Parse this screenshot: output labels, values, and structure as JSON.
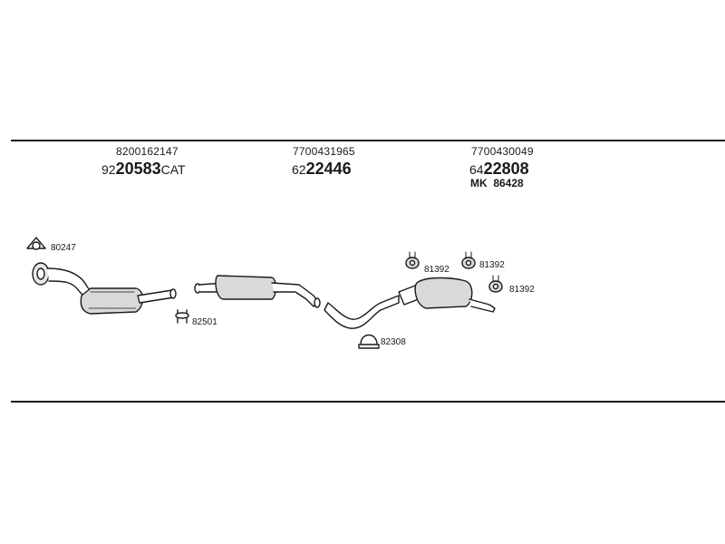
{
  "sections": [
    {
      "oe_number": "8200162147",
      "prefix": "92",
      "number": "20583",
      "suffix": "CAT"
    },
    {
      "oe_number": "7700431965",
      "prefix": "62",
      "number": "22446",
      "suffix": ""
    },
    {
      "oe_number": "7700430049",
      "prefix": "64",
      "number": "22808",
      "suffix": "",
      "extra": "MK  86428"
    }
  ],
  "part_labels": {
    "gasket": "80247",
    "clamp_left": "82501",
    "clamp_mid": "82308",
    "hanger_1": "81392",
    "hanger_2": "81392",
    "hanger_3": "81392"
  }
}
